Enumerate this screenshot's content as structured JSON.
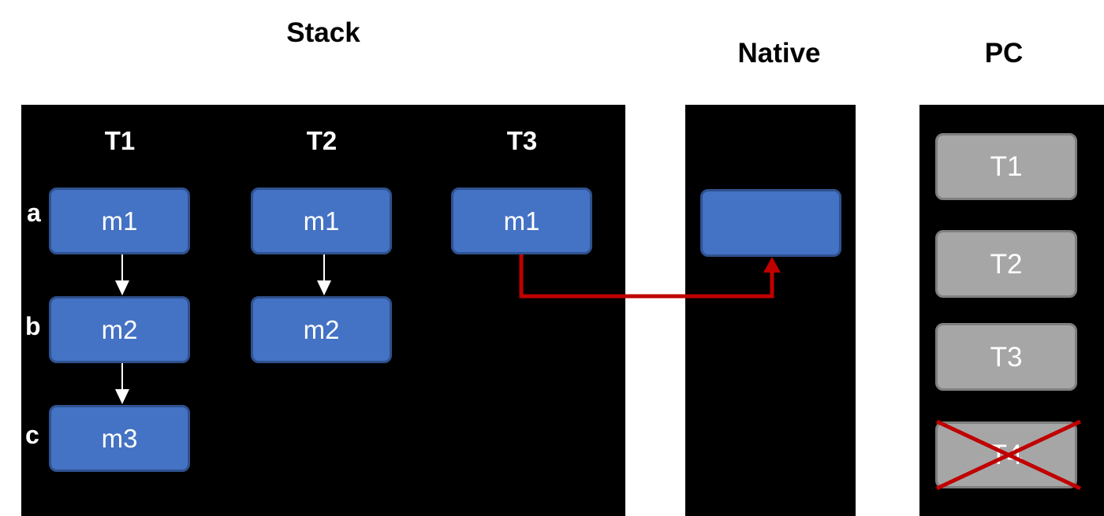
{
  "titles": {
    "stack": "Stack",
    "native": "Native",
    "pc": "PC"
  },
  "stack": {
    "threads": [
      {
        "label": "T1",
        "frames": [
          "m1",
          "m2",
          "m3"
        ]
      },
      {
        "label": "T2",
        "frames": [
          "m1",
          "m2"
        ]
      },
      {
        "label": "T3",
        "frames": [
          "m1"
        ]
      }
    ],
    "row_labels": [
      "a",
      "b",
      "c"
    ]
  },
  "native": {
    "frame_label": ""
  },
  "pc": {
    "items": [
      "T1",
      "T2",
      "T3",
      "T4"
    ],
    "crossed_out": "T4"
  },
  "colors": {
    "frame_fill": "#4472c4",
    "frame_border": "#2f528f",
    "pc_fill": "#a6a6a6",
    "pc_border": "#7f7f7f",
    "arrow_white": "#ffffff",
    "native_arrow": "#c00000",
    "cross": "#c00000",
    "panel": "#000000"
  }
}
